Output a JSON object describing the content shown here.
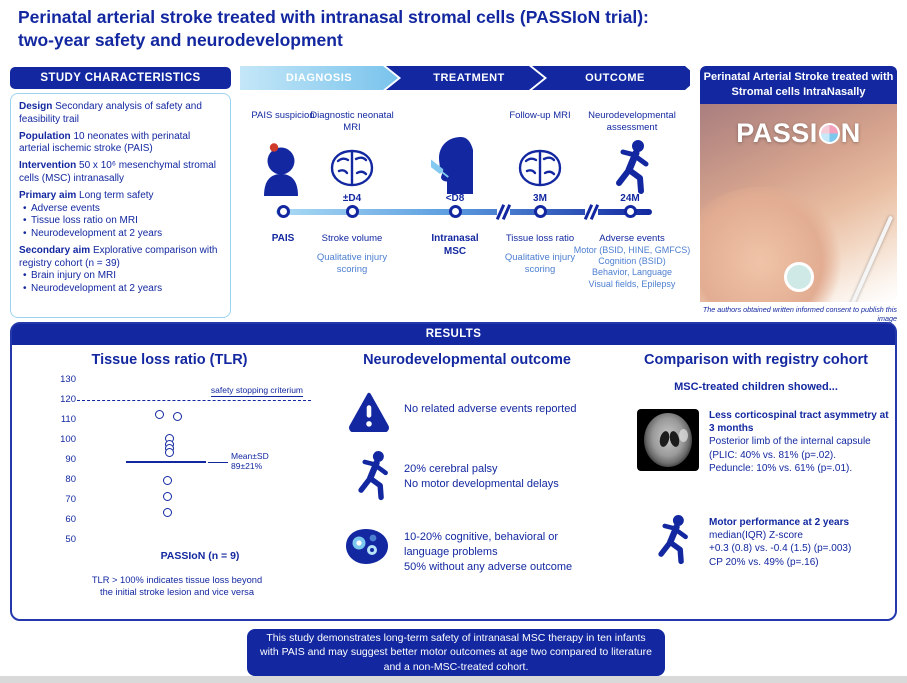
{
  "colors": {
    "navy": "#1328A0",
    "light_blue": "#8FCDEE",
    "accent_red": "#D03A2B"
  },
  "title": {
    "line1": "Perinatal arterial stroke treated with intranasal stromal cells (PASSIoN trial):",
    "line2": "two-year safety and neurodevelopment"
  },
  "study": {
    "header": "STUDY CHARACTERISTICS",
    "items": [
      {
        "label": "Design",
        "text": "Secondary analysis of safety and feasibility trail"
      },
      {
        "label": "Population",
        "text": "10 neonates with perinatal arterial ischemic stroke (PAIS)"
      },
      {
        "label": "Intervention",
        "text": "50 x 10⁶ mesenchymal stromal cells (MSC) intranasally"
      },
      {
        "label": "Primary aim",
        "text": "Long term safety",
        "bullets": [
          "Adverse events",
          "Tissue loss ratio on MRI",
          "Neurodevelopment at 2 years"
        ]
      },
      {
        "label": "Secondary aim",
        "text": "Explorative comparison with registry cohort (n = 39)",
        "bullets": [
          "Brain injury on MRI",
          "Neurodevelopment at 2 years"
        ]
      }
    ]
  },
  "phases": {
    "items": [
      "DIAGNOSIS",
      "TREATMENT",
      "OUTCOME"
    ]
  },
  "timeline": {
    "points": [
      {
        "top_label": "PAIS suspicion",
        "time": "",
        "bold_label": "PAIS"
      },
      {
        "top_label": "Diagnostic neonatal MRI",
        "time": "±D4",
        "line": "Stroke volume",
        "sub": "Qualitative injury scoring"
      },
      {
        "top_label": "",
        "time": "<D8",
        "bold_label": "Intranasal MSC"
      },
      {
        "top_label": "Follow-up MRI",
        "time": "3M",
        "line": "Tissue loss ratio",
        "sub": "Qualitative injury scoring"
      },
      {
        "top_label": "Neurodevelopmental assessment",
        "time": "24M",
        "line": "Adverse events",
        "subs": [
          "Motor (BSID, HINE, GMFCS)",
          "Cognition (BSID)",
          "Behavior, Language",
          "Visual fields, Epilepsy"
        ]
      }
    ]
  },
  "photo_panel": {
    "header": "Perinatal Arterial Stroke treated with Stromal cells IntraNasally",
    "logo_left": "PASSI",
    "logo_right": "N",
    "caption": "The authors obtained written informed consent to publish this image"
  },
  "results": {
    "header": "RESULTS"
  },
  "chart_data": {
    "type": "scatter",
    "title": "Tissue loss ratio (TLR)",
    "yticks": [
      130,
      120,
      110,
      100,
      90,
      80,
      70,
      60,
      50
    ],
    "ylim": [
      47,
      133
    ],
    "points": [
      {
        "v": 113,
        "dx": -9
      },
      {
        "v": 112,
        "dx": 9
      },
      {
        "v": 101,
        "dx": 1
      },
      {
        "v": 98,
        "dx": 1
      },
      {
        "v": 96,
        "dx": 1
      },
      {
        "v": 94,
        "dx": 1
      },
      {
        "v": 80,
        "dx": -1
      },
      {
        "v": 72,
        "dx": -1
      },
      {
        "v": 64,
        "dx": -1
      }
    ],
    "safety_line": {
      "value": 120,
      "label": "safety stopping criterium"
    },
    "mean": {
      "value": 89,
      "label_line1": "Mean±SD",
      "label_line2": "89±21%"
    },
    "xlabel": "PASSIoN (n = 9)",
    "caption": [
      "TLR > 100% indicates tissue loss beyond",
      "the initial stroke lesion and vice versa"
    ]
  },
  "neuro": {
    "title": "Neurodevelopmental outcome",
    "rows": [
      {
        "lines": [
          "No related adverse events reported"
        ]
      },
      {
        "lines": [
          "20% cerebral palsy",
          "No motor developmental delays"
        ]
      },
      {
        "lines": [
          "10-20% cognitive, behavioral or language problems",
          "50% without any adverse outcome"
        ]
      }
    ]
  },
  "comparison": {
    "title": "Comparison with registry cohort",
    "subtitle": "MSC-treated children showed...",
    "rows": [
      {
        "bold": "Less corticospinal tract asymmetry at 3 months",
        "lines": [
          "Posterior limb of the internal capsule (PLIC: 40% vs. 81% (p=.02).",
          "Peduncle: 10% vs. 61% (p=.01)."
        ]
      },
      {
        "bold": "Motor performance at 2 years",
        "lines": [
          "median(IQR) Z-score",
          "+0.3 (0.8) vs. -0.4 (1.5) (p=.003)",
          "CP 20% vs. 49% (p=.16)"
        ]
      }
    ]
  },
  "conclusion": {
    "text": "This study demonstrates long-term safety of intranasal MSC therapy in ten infants with PAIS and may suggest better motor outcomes at age two compared to literature and a non-MSC-treated cohort."
  }
}
